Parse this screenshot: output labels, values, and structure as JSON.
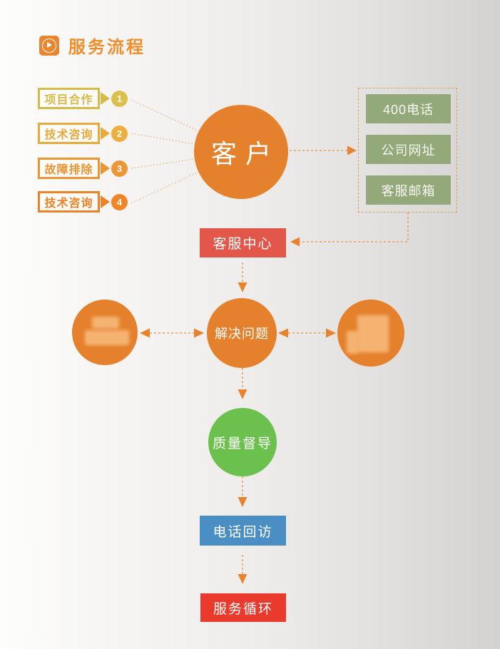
{
  "header": {
    "title": "服务流程"
  },
  "colors": {
    "accent_orange": "#e9862f",
    "title_orange": "#ef8e2d",
    "row1": "#d7bb48",
    "row1_circle": "#dcc04e",
    "row2": "#e9aa3c",
    "row2_circle": "#edae40",
    "row3": "#eb9533",
    "row3_circle": "#ed9539",
    "row4": "#ec8326",
    "row4_circle": "#ee8526",
    "customer_orange": "#e5812c",
    "channel_green": "#93a979",
    "service_center_red": "#e25749",
    "solve_orange": "#e5812c",
    "quality_green": "#6cc04e",
    "callback_blue": "#4a8ec3",
    "cycle_red": "#e93a2d",
    "connector_orange": "#e8923f"
  },
  "intake_items": [
    {
      "label": "项目合作",
      "number": "1"
    },
    {
      "label": "技术咨询",
      "number": "2"
    },
    {
      "label": "故障排除",
      "number": "3"
    },
    {
      "label": "技术咨询",
      "number": "4"
    }
  ],
  "customer": {
    "label": "客户"
  },
  "channels": {
    "items": [
      {
        "label": "400电话"
      },
      {
        "label": "公司网址"
      },
      {
        "label": "客服邮箱"
      }
    ]
  },
  "service_center": {
    "label": "客服中心"
  },
  "solve": {
    "label": "解决问题"
  },
  "quality": {
    "label": "质量督导"
  },
  "callback": {
    "label": "电话回访"
  },
  "cycle": {
    "label": "服务循环"
  }
}
